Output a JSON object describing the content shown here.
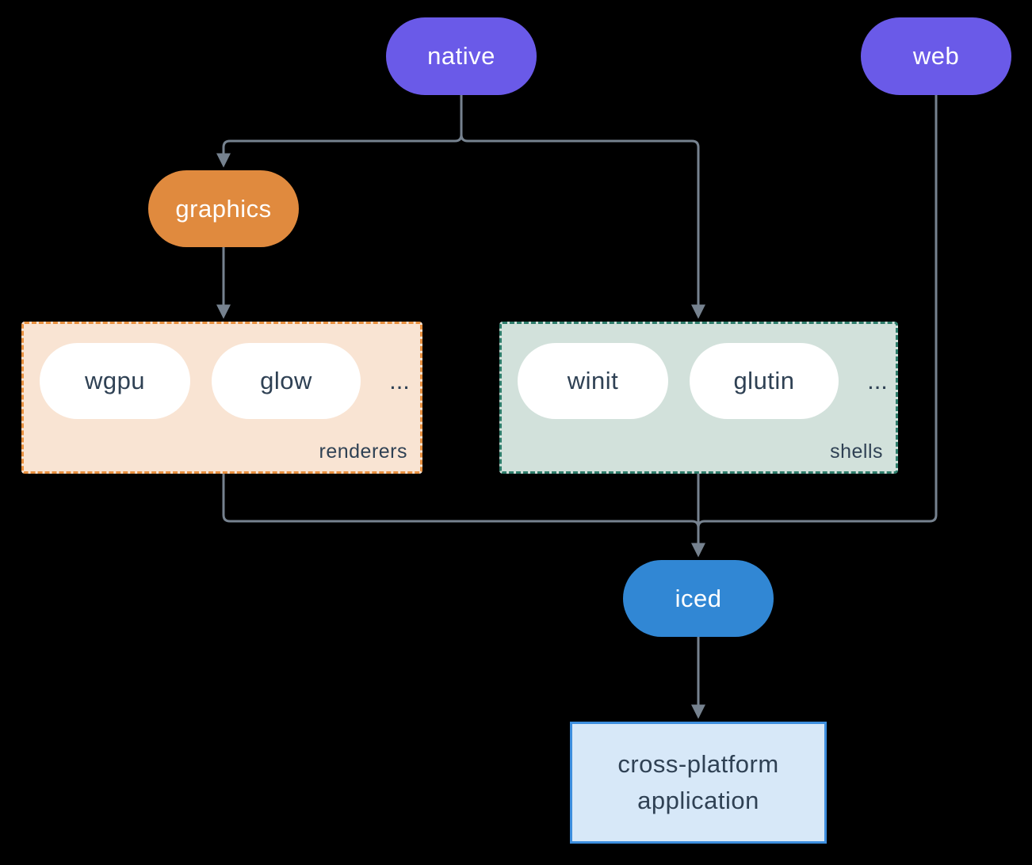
{
  "nodes": {
    "native": "native",
    "web": "web",
    "graphics": "graphics",
    "wgpu": "wgpu",
    "glow": "glow",
    "winit": "winit",
    "glutin": "glutin",
    "iced": "iced"
  },
  "groups": {
    "renderers": {
      "label": "renderers",
      "ellipsis": "..."
    },
    "shells": {
      "label": "shells",
      "ellipsis": "..."
    }
  },
  "app_box": {
    "lines": [
      "cross-platform",
      "application"
    ]
  },
  "colors": {
    "background": "#000000",
    "platform_pill": "#6A5AE8",
    "graphics_pill": "#E08A3E",
    "iced_pill": "#3187D4",
    "node_text_light": "#FFFFFF",
    "node_text_dark": "#2F4154",
    "renderers_fill": "#F9E4D3",
    "renderers_border": "#E8903F",
    "shells_fill": "#D2E1DB",
    "shells_border": "#2E7D6B",
    "app_fill": "#D7E8F8",
    "app_border": "#3D8EDE",
    "connector": "#76828F"
  }
}
